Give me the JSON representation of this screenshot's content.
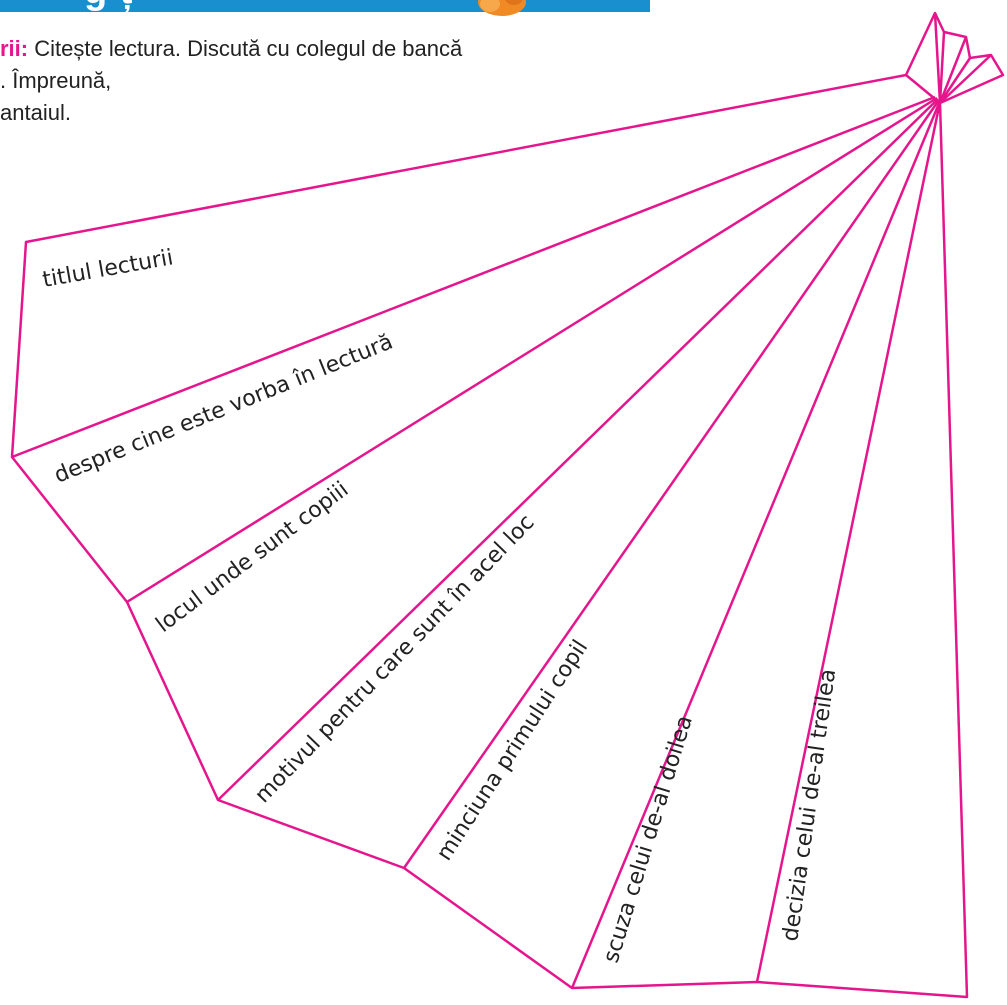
{
  "header": {
    "title": "g     ț"
  },
  "instructions": {
    "label": "rii:",
    "line1_rest": " Citește lectura. Discută cu colegul de bancă",
    "line2": ". Împreună,",
    "line3": "antaiul."
  },
  "fan": {
    "stroke_color": "#e5168d",
    "segments": [
      "titlul lecturii",
      "despre cine este vorba în lectură",
      "locul unde sunt copiii",
      "motivul pentru care sunt în acel loc",
      "minciuna primului copil",
      "scuza celui de-al doilea",
      "decizia celui de-al treilea"
    ]
  }
}
